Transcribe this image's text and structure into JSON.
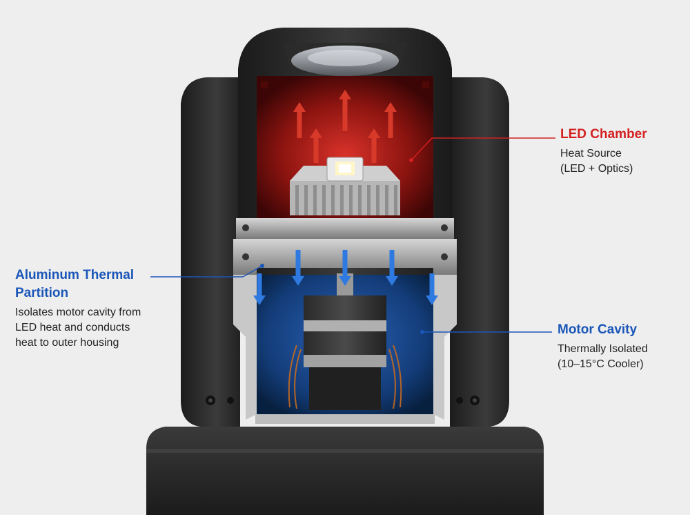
{
  "colors": {
    "background": "#eeeeee",
    "led_accent": "#d42020",
    "partition_accent": "#1a56b8",
    "motor_accent": "#1a56b8",
    "heat_arrow": "#d83a2a",
    "cool_arrow": "#2f7ae0"
  },
  "labels": {
    "led_chamber": {
      "title": "LED Chamber",
      "lines": [
        "Heat Source",
        "(LED + Optics)"
      ]
    },
    "thermal_partition": {
      "title_lines": [
        "Aluminum Thermal",
        "Partition"
      ],
      "lines": [
        "Isolates motor cavity from",
        "LED heat and conducts",
        "heat to outer housing"
      ]
    },
    "motor_cavity": {
      "title": "Motor Cavity",
      "lines": [
        "Thermally Isolated",
        "(10–15°C Cooler)"
      ]
    }
  },
  "icons": {
    "heat_arrows": "arrow-up-icon",
    "cooling_arrows": "arrow-down-icon",
    "led_chip": "led-chip-icon",
    "stepper_motor": "stepper-motor-icon"
  }
}
